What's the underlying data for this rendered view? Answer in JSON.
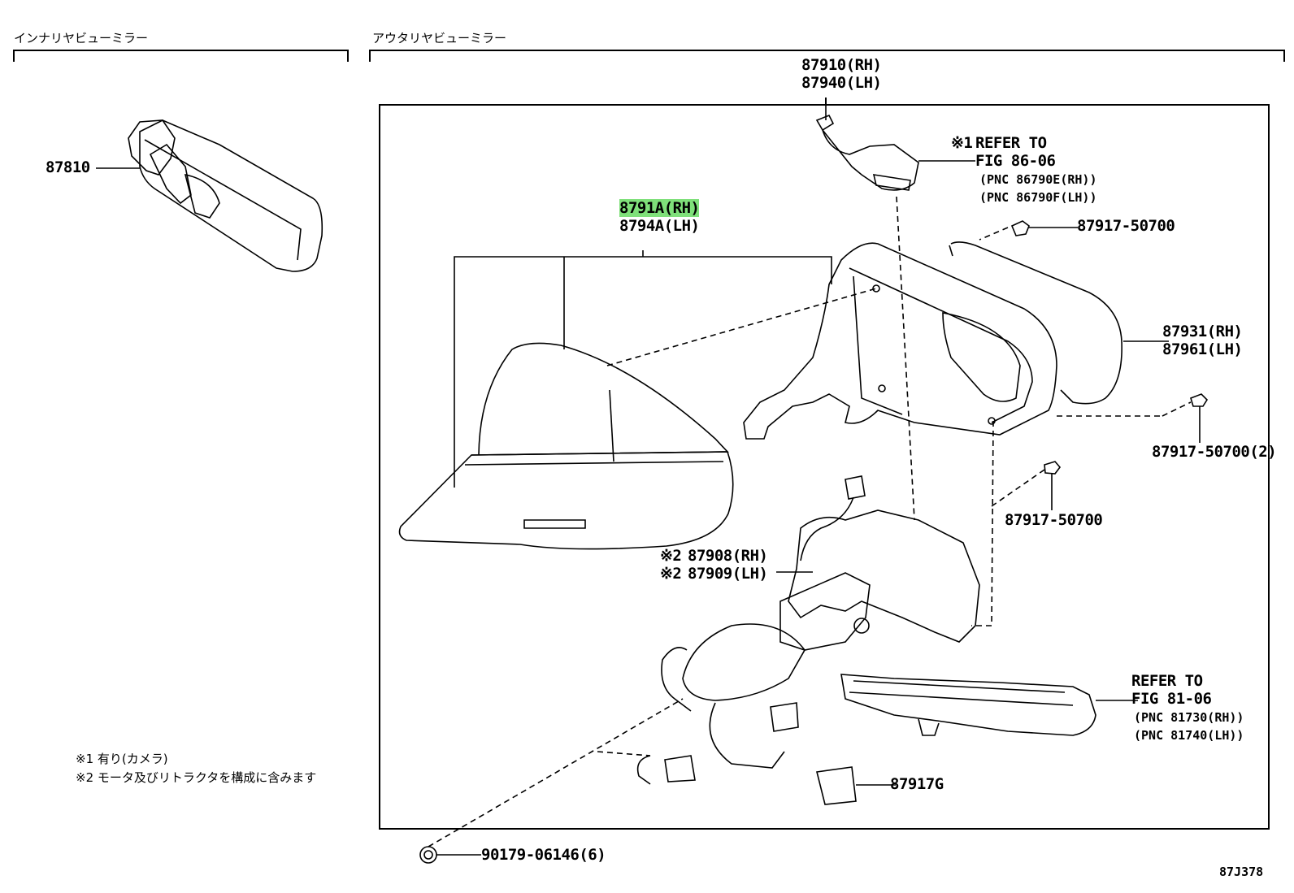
{
  "sections": {
    "inner_title": "インナリヤビューミラー",
    "outer_title": "アウタリヤビューミラー"
  },
  "parts": {
    "p87810": "87810",
    "p87910": "87910(RH)",
    "p87940": "87940(LH)",
    "p8791A": "8791A(RH)",
    "p8794A": "8794A(LH)",
    "p87917_top": "87917-50700",
    "p87931": "87931(RH)",
    "p87961": "87961(LH)",
    "p87917_2": "87917-50700(2)",
    "p87917_mid": "87917-50700",
    "p87908": "87908(RH)",
    "p87909": "87909(LH)",
    "p87917G": "87917G",
    "p90179": "90179-06146(6)"
  },
  "refs": {
    "camera_mark": "※1",
    "camera_refer": "REFER TO",
    "camera_fig": "FIG 86-06",
    "camera_pnc_rh": "(PNC 86790E(RH))",
    "camera_pnc_lh": "(PNC 86790F(LH))",
    "motor_mark_1": "※2",
    "motor_mark_2": "※2",
    "lamp_refer": "REFER TO",
    "lamp_fig": "FIG 81-06",
    "lamp_pnc_rh": "(PNC 81730(RH))",
    "lamp_pnc_lh": "(PNC 81740(LH))"
  },
  "notes": {
    "note1": "※1 有り(カメラ)",
    "note2": "※2 モータ及びリトラクタを構成に含みます"
  },
  "figure_code": "87J378",
  "colors": {
    "highlight": "#7fe07a",
    "line": "#000000"
  }
}
